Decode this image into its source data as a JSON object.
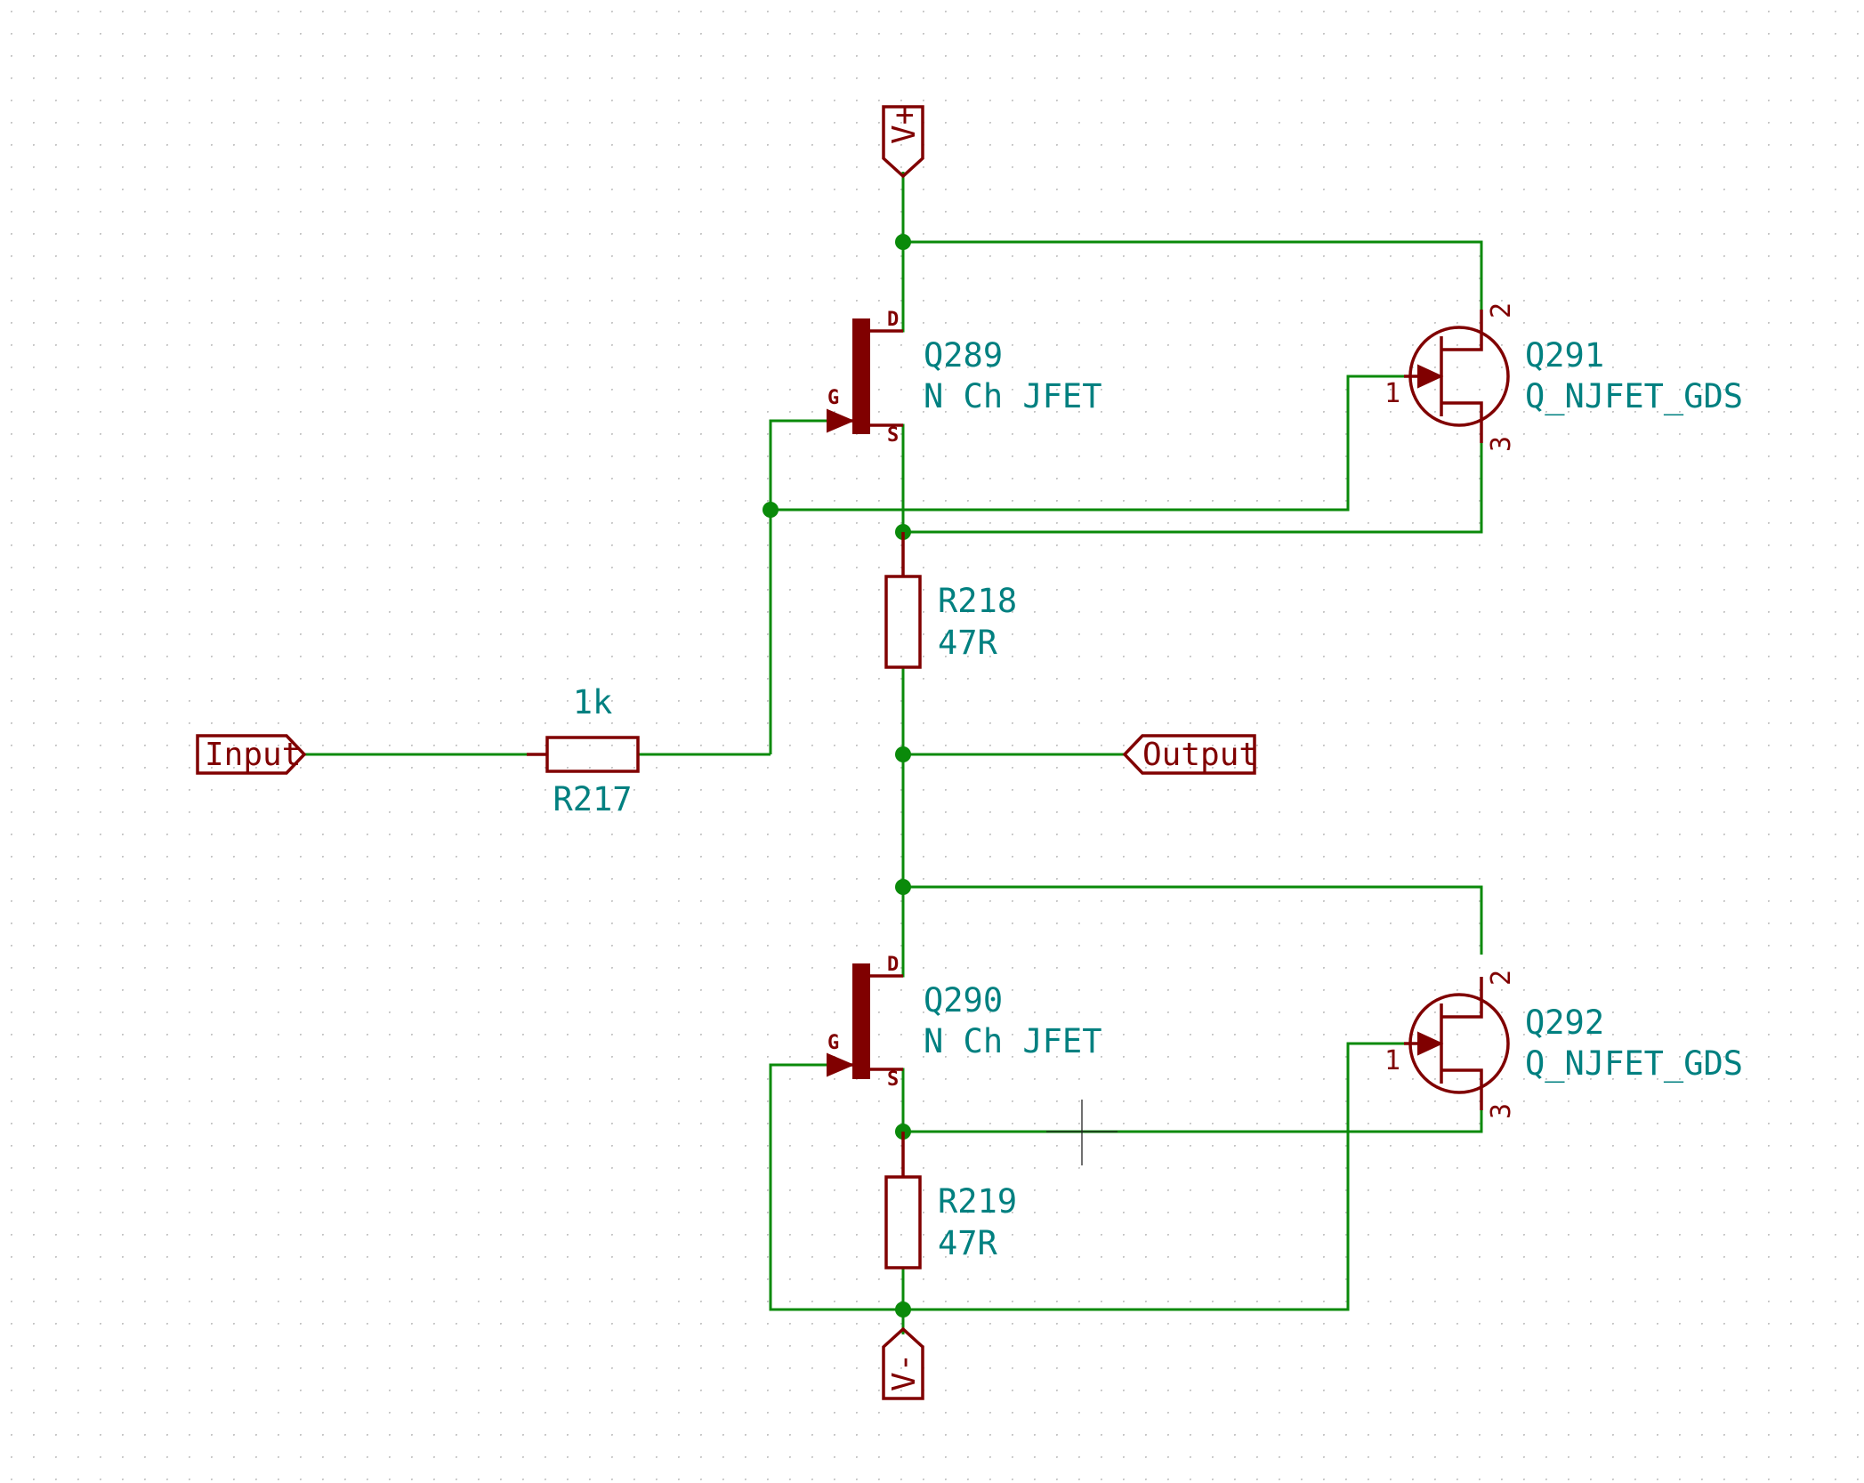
{
  "labels": {
    "vplus": "V+",
    "vminus": "V-",
    "input": "Input",
    "output": "Output"
  },
  "components": {
    "Q289": {
      "ref": "Q289",
      "value": "N Ch JFET",
      "pins": {
        "d": "D",
        "g": "G",
        "s": "S"
      }
    },
    "Q290": {
      "ref": "Q290",
      "value": "N Ch JFET",
      "pins": {
        "d": "D",
        "g": "G",
        "s": "S"
      }
    },
    "Q291": {
      "ref": "Q291",
      "value": "Q_NJFET_GDS",
      "pins": {
        "p1": "1",
        "p2": "2",
        "p3": "3"
      }
    },
    "Q292": {
      "ref": "Q292",
      "value": "Q_NJFET_GDS",
      "pins": {
        "p1": "1",
        "p2": "2",
        "p3": "3"
      }
    },
    "R217": {
      "ref": "R217",
      "value": "1k"
    },
    "R218": {
      "ref": "R218",
      "value": "47R"
    },
    "R219": {
      "ref": "R219",
      "value": "47R"
    }
  },
  "colors": {
    "wire": "#0a8a0a",
    "component": "#800000",
    "reference_text": "#008080",
    "grid_dot": "#bdbdbd"
  }
}
